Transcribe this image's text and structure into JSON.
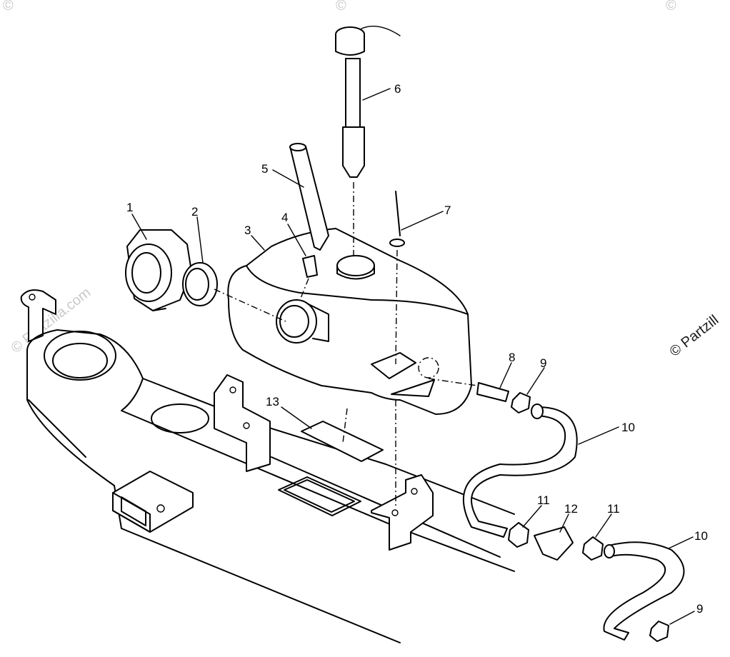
{
  "watermark": {
    "text": "© Partzilla.com",
    "edge_text": "© Partzill",
    "top_text": "©"
  },
  "callouts": {
    "n1": "1",
    "n2": "2",
    "n3": "3",
    "n4": "4",
    "n5": "5",
    "n6": "6",
    "n7": "7",
    "n8": "8",
    "n9a": "9",
    "n9b": "9",
    "n10a": "10",
    "n10b": "10",
    "n11a": "11",
    "n11b": "11",
    "n12": "12",
    "n13": "13"
  }
}
